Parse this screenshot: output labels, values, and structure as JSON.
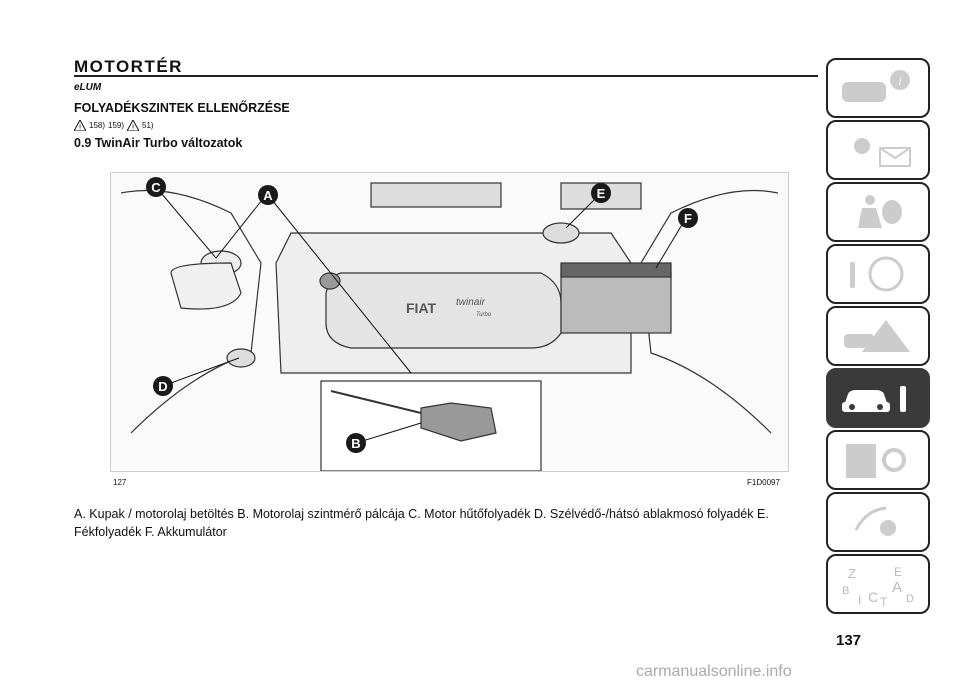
{
  "header": {
    "title": "MOTORTÉR",
    "eco_label": "eLUM",
    "section_title": "FOLYADÉKSZINTEK ELLENŐRZÉSE",
    "refs": [
      "158)",
      "159)",
      "51)"
    ],
    "subtitle": "0.9 TwinAir Turbo változatok"
  },
  "figure": {
    "callouts": [
      "A",
      "B",
      "C",
      "D",
      "E",
      "F"
    ],
    "badge_brand": "FIAT",
    "badge_engine": "twinair",
    "badge_sub": "Turbo",
    "number": "127",
    "code": "F1D0097"
  },
  "caption": "A. Kupak / motorolaj betöltés B. Motorolaj szintmérő pálcája C. Motor hűtőfolyadék D. Szélvédő-/hátsó ablakmosó folyadék E. Fékfolyadék F. Akkumulátor",
  "page_number": "137",
  "sidebar": {
    "tabs": [
      {
        "icon": "car-info-icon"
      },
      {
        "icon": "warning-lights-icon"
      },
      {
        "icon": "safety-airbag-icon"
      },
      {
        "icon": "steering-start-icon"
      },
      {
        "icon": "emergency-icon"
      },
      {
        "icon": "maintenance-car-icon"
      },
      {
        "icon": "technical-data-icon"
      },
      {
        "icon": "multimedia-icon"
      },
      {
        "icon": "index-icon"
      }
    ],
    "active_index": 5,
    "index_letters": [
      "Z",
      "E",
      "B",
      "A",
      "I",
      "C",
      "T",
      "D"
    ]
  },
  "watermark": "carmanualsonline.info",
  "colors": {
    "active_tab": "#3a3a3a",
    "text": "#111111",
    "callout": "#1a1a1a"
  }
}
